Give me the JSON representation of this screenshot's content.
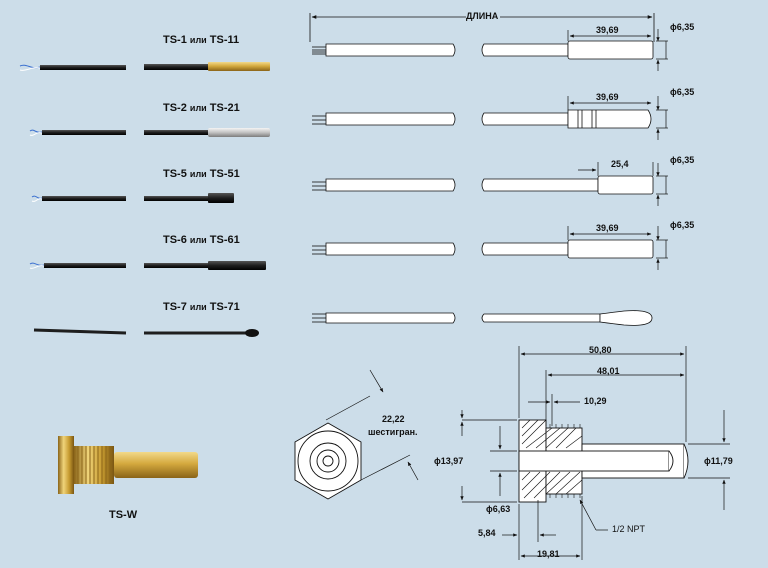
{
  "sensors": [
    {
      "name_a": "TS-1",
      "sep": "или",
      "name_b": "TS-11",
      "tip_dim": "39,69",
      "dia": "ϕ6,35"
    },
    {
      "name_a": "TS-2",
      "sep": "или",
      "name_b": "TS-21",
      "tip_dim": "39,69",
      "dia": "ϕ6,35"
    },
    {
      "name_a": "TS-5",
      "sep": "или",
      "name_b": "TS-51",
      "tip_dim": "25,4",
      "dia": "ϕ6,35"
    },
    {
      "name_a": "TS-6",
      "sep": "или",
      "name_b": "TS-61",
      "tip_dim": "39,69",
      "dia": "ϕ6,35"
    },
    {
      "name_a": "TS-7",
      "sep": "или",
      "name_b": "TS-71"
    }
  ],
  "length_label": "ДЛИНА",
  "well": {
    "name": "TS-W",
    "hex_size": "22,22",
    "hex_label": "шестигран.",
    "d_50_80": "50,80",
    "d_48_01": "48,01",
    "d_10_29": "10,29",
    "d_13_97": "ϕ13,97",
    "d_11_79": "ϕ11,79",
    "d_6_63": "ϕ6,63",
    "d_5_84": "5,84",
    "d_19_81": "19,81",
    "thread": "1/2 NPT"
  },
  "colors": {
    "background": "#ccdde9",
    "brass": "#c9a13a",
    "cable": "#222222",
    "steel": "#c0c0c0"
  }
}
